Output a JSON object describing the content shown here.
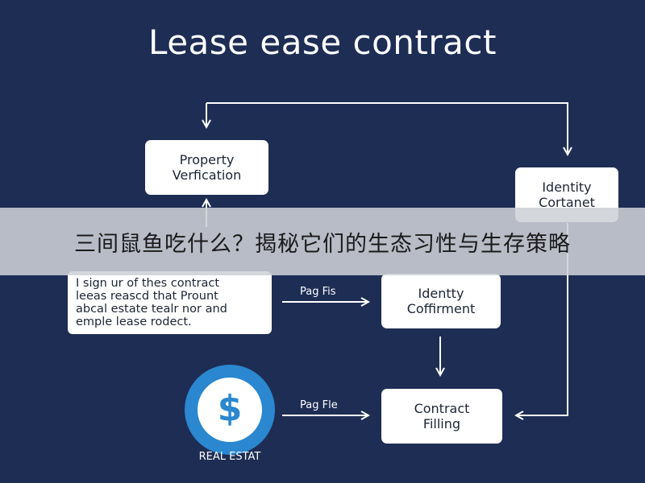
{
  "title": "Lease ease contract",
  "nodes": {
    "property_verification": "Property\nVerfication",
    "identity_container": "Identity\nCortanet",
    "identity_confirmation": "Identty\nCoffirment",
    "contract_filling": "Contract\nFilling"
  },
  "note_text": "I sign ur of thes contract\nleeas reascd that Prount\nabcal estate tealr nor and\nemple lease rodect.",
  "edge_labels": {
    "upper": "Pag Fis",
    "lower": "Pag Fle"
  },
  "logo": {
    "symbol": "$",
    "caption": "REAL ESTAT"
  },
  "banner_text": "三间鼠鱼吃什么？揭秘它们的生态习性与生存策略",
  "colors": {
    "background": "#1e2d54",
    "box": "#ffffff",
    "arrow": "#ffffff",
    "logo_blue": "#2a87d0"
  }
}
